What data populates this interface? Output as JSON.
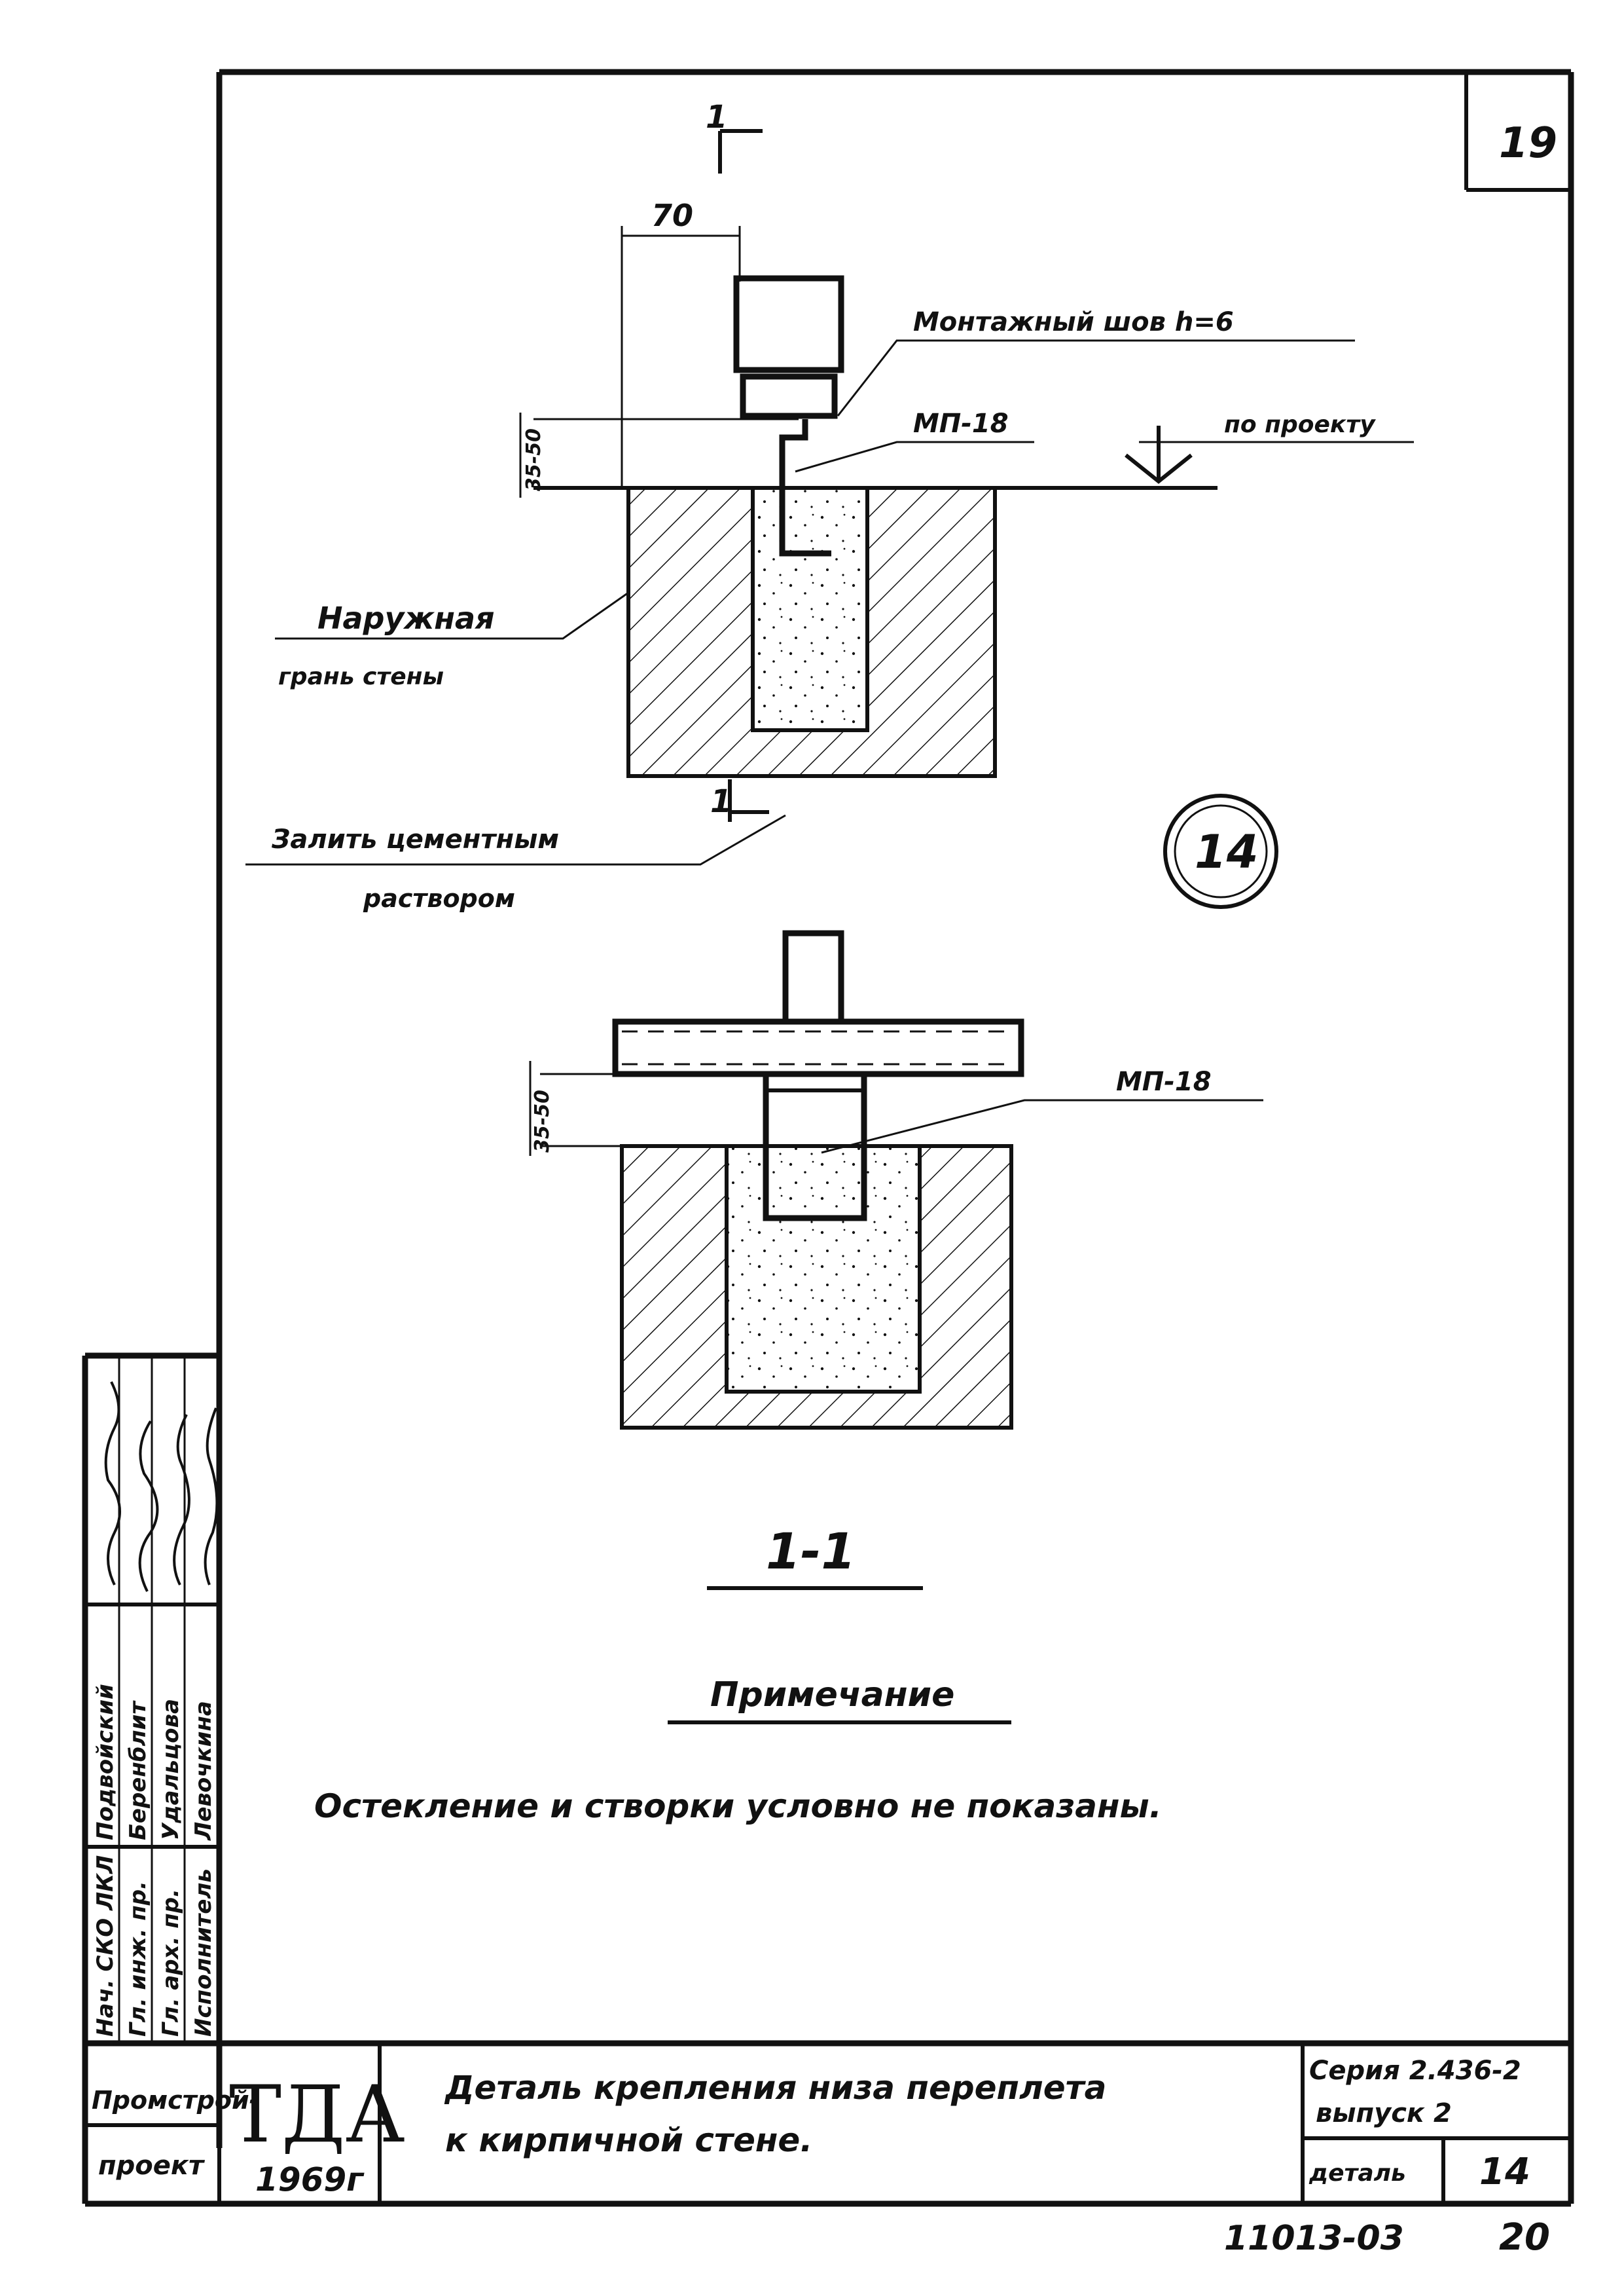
{
  "sheet": {
    "sheet_number": "19",
    "frame_color": "#111111"
  },
  "detail_plan": {
    "dim_70": "70",
    "section_mark_top": "1",
    "section_mark_bottom": "1",
    "weld_label": "Монтажный шов h=6",
    "anchor_label": "МП-18",
    "by_project_label": "по проекту",
    "dim_height": "35-50",
    "outer_face_line1": "Наружная",
    "outer_face_line2": "грань стены",
    "fill_line1": "Залить цементным",
    "fill_line2": "раствором"
  },
  "detail_number": "14",
  "section": {
    "anchor_label": "МП-18",
    "dim_height": "35-50",
    "title": "1-1"
  },
  "note": {
    "heading": "Примечание",
    "text": "Остекление и створки условно не показаны."
  },
  "signatures": [
    {
      "role": "Нач. СКО ЛКЛ",
      "name": "Подвойский"
    },
    {
      "role": "Гл. инж. пр.",
      "name": "Беренблит"
    },
    {
      "role": "Гл. арх. пр.",
      "name": "Удальцова"
    },
    {
      "role": "Исполнитель",
      "name": "Левочкина"
    }
  ],
  "title_block": {
    "org_line1": "Промстрой-",
    "org_line2": "проект",
    "logo": "ТДА",
    "year": "1969г",
    "title_line1": "Деталь крепления низа переплета",
    "title_line2": "к кирпичной стене.",
    "series": "Серия 2.436-2",
    "issue": "выпуск 2",
    "detail_label": "деталь",
    "detail_value": "14",
    "archive_number": "11013-03",
    "page": "20"
  }
}
